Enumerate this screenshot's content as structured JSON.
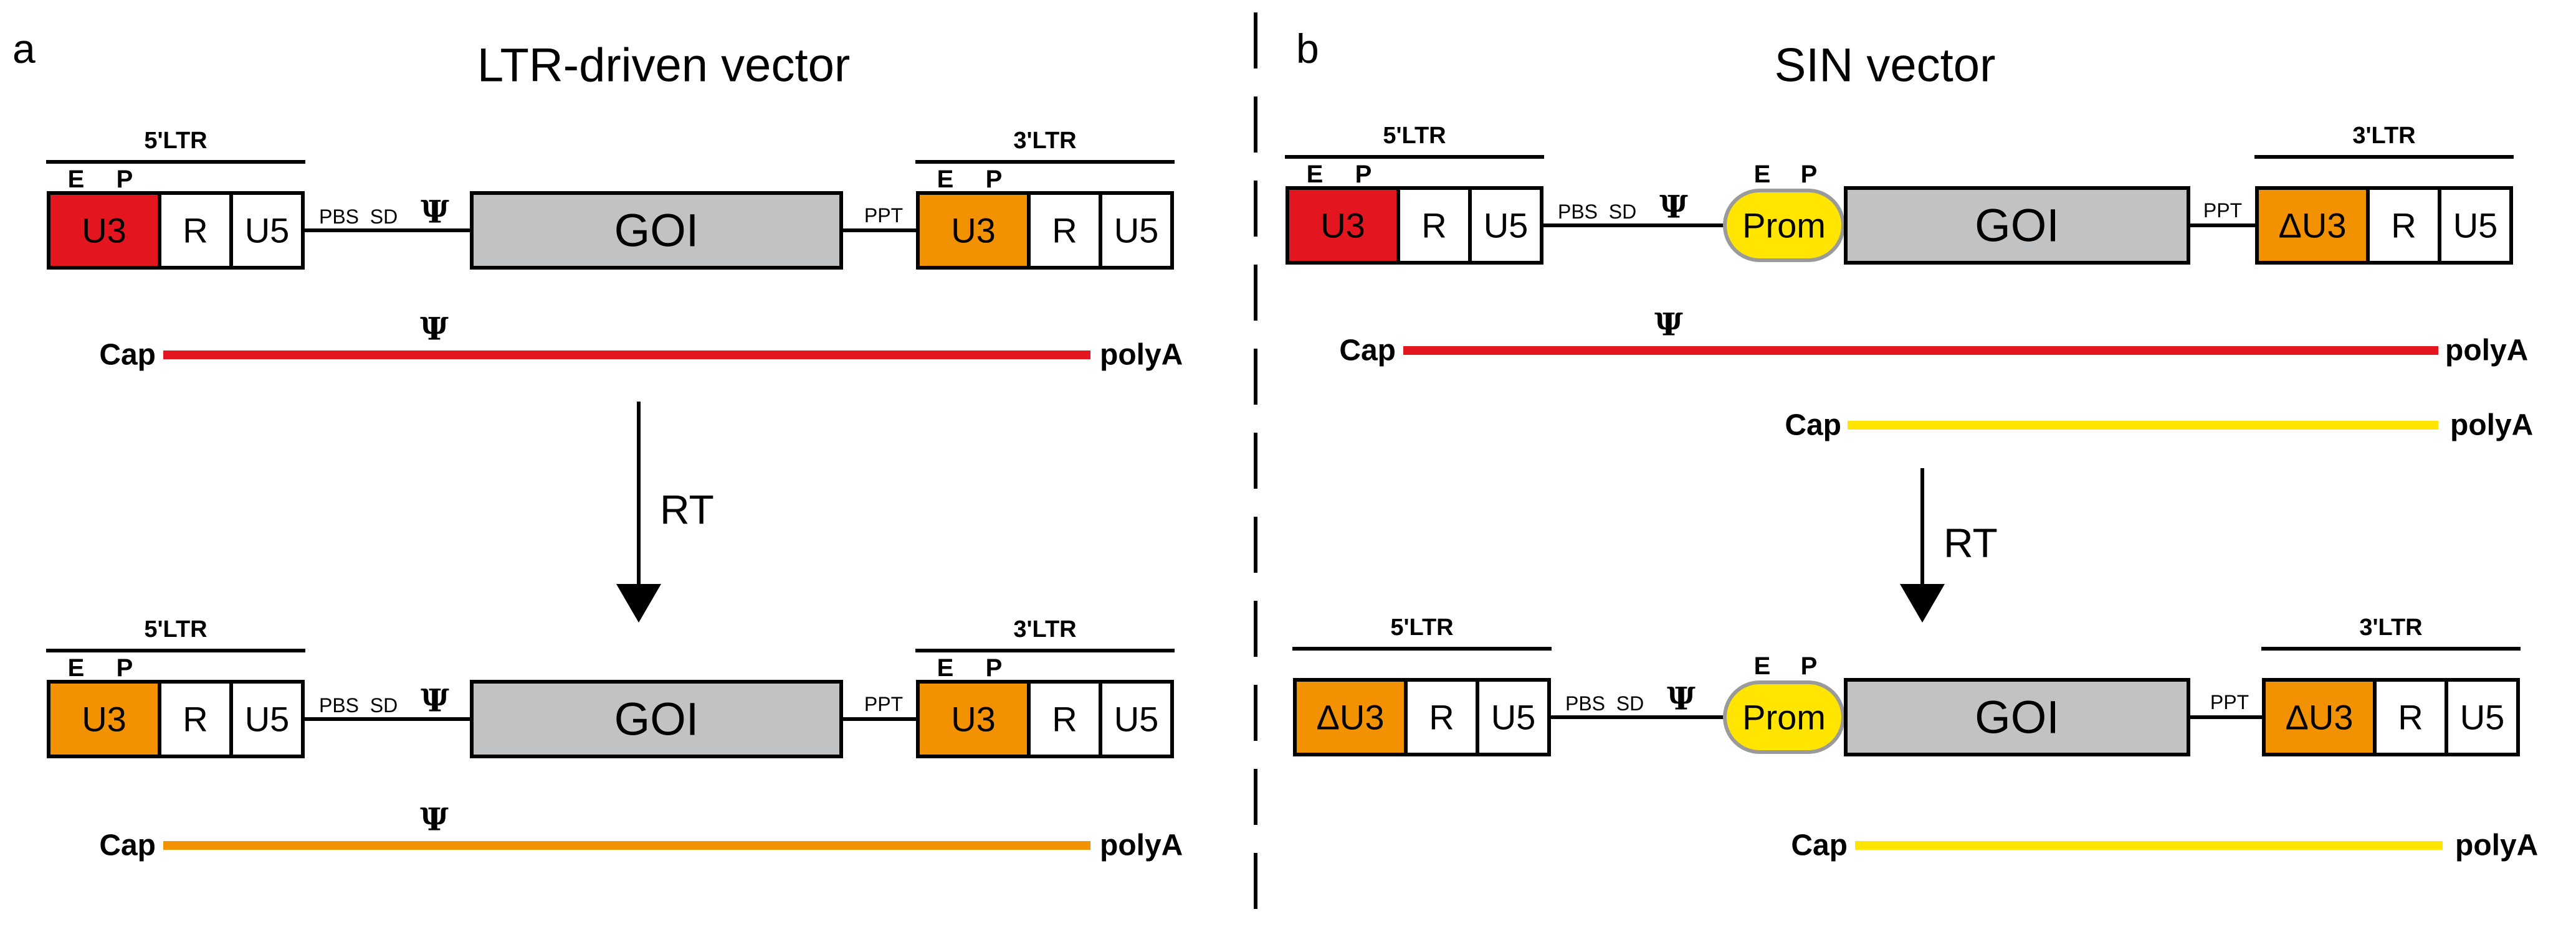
{
  "colors": {
    "red": "#e3151f",
    "orange": "#f39200",
    "yellow": "#ffe500",
    "grey": "#c1c2c4",
    "white": "#ffffff",
    "black": "#000000"
  },
  "panels": [
    {
      "letter": "a",
      "title": "LTR-driven vector",
      "arrow_label": "RT",
      "constructs": [
        {
          "ltr5": {
            "label": "5'LTR",
            "e": "E",
            "p": "P",
            "u3": "U3",
            "u3_color": "red",
            "r": "R",
            "u5": "U5"
          },
          "pbs": "PBS",
          "sd": "SD",
          "psi": "Ψ",
          "prom": null,
          "goi": "GOI",
          "ppt": "PPT",
          "ltr3": {
            "label": "3'LTR",
            "e": "E",
            "p": "P",
            "u3": "U3",
            "u3_color": "orange",
            "r": "R",
            "u5": "U5"
          },
          "transcripts": [
            {
              "cap": "Cap",
              "polya": "polyA",
              "psi": "Ψ",
              "color": "red"
            }
          ]
        },
        {
          "ltr5": {
            "label": "5'LTR",
            "e": "E",
            "p": "P",
            "u3": "U3",
            "u3_color": "orange",
            "r": "R",
            "u5": "U5"
          },
          "pbs": "PBS",
          "sd": "SD",
          "psi": "Ψ",
          "prom": null,
          "goi": "GOI",
          "ppt": "PPT",
          "ltr3": {
            "label": "3'LTR",
            "e": "E",
            "p": "P",
            "u3": "U3",
            "u3_color": "orange",
            "r": "R",
            "u5": "U5"
          },
          "transcripts": [
            {
              "cap": "Cap",
              "polya": "polyA",
              "psi": "Ψ",
              "color": "orange"
            }
          ]
        }
      ]
    },
    {
      "letter": "b",
      "title": "SIN vector",
      "arrow_label": "RT",
      "constructs": [
        {
          "ltr5": {
            "label": "5'LTR",
            "e": "E",
            "p": "P",
            "u3": "U3",
            "u3_color": "red",
            "r": "R",
            "u5": "U5"
          },
          "pbs": "PBS",
          "sd": "SD",
          "psi": "Ψ",
          "prom": {
            "label": "Prom",
            "e": "E",
            "p": "P"
          },
          "goi": "GOI",
          "ppt": "PPT",
          "ltr3": {
            "label": "3'LTR",
            "e": "",
            "p": "",
            "u3": "ΔU3",
            "u3_color": "orange",
            "r": "R",
            "u5": "U5"
          },
          "transcripts": [
            {
              "cap": "Cap",
              "polya": "polyA",
              "psi": "Ψ",
              "color": "red"
            },
            {
              "cap": "Cap",
              "polya": "polyA",
              "psi": "",
              "color": "yellow"
            }
          ]
        },
        {
          "ltr5": {
            "label": "5'LTR",
            "e": "",
            "p": "",
            "u3": "ΔU3",
            "u3_color": "orange",
            "r": "R",
            "u5": "U5"
          },
          "pbs": "PBS",
          "sd": "SD",
          "psi": "Ψ",
          "prom": {
            "label": "Prom",
            "e": "E",
            "p": "P"
          },
          "goi": "GOI",
          "ppt": "PPT",
          "ltr3": {
            "label": "3'LTR",
            "e": "",
            "p": "",
            "u3": "ΔU3",
            "u3_color": "orange",
            "r": "R",
            "u5": "U5"
          },
          "transcripts": [
            {
              "cap": "Cap",
              "polya": "polyA",
              "psi": "",
              "color": "yellow"
            }
          ]
        }
      ]
    }
  ]
}
